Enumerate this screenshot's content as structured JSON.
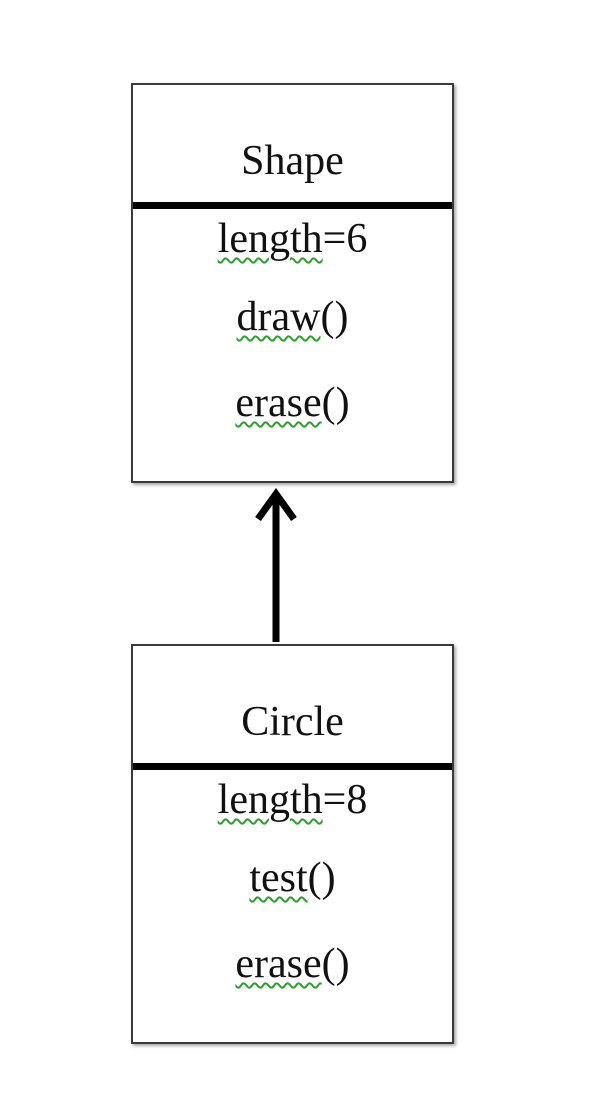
{
  "diagram": {
    "classes": [
      {
        "name": "Shape",
        "members": [
          {
            "word": "length",
            "rest": "=6"
          },
          {
            "word": "draw",
            "rest": "()"
          },
          {
            "word": "erase",
            "rest": "()"
          }
        ]
      },
      {
        "name": "Circle",
        "members": [
          {
            "word": "length",
            "rest": "=8"
          },
          {
            "word": "test",
            "rest": "()"
          },
          {
            "word": "erase",
            "rest": "()"
          }
        ]
      }
    ],
    "relationships": [
      {
        "type": "inheritance",
        "from": "Circle",
        "to": "Shape"
      }
    ]
  }
}
